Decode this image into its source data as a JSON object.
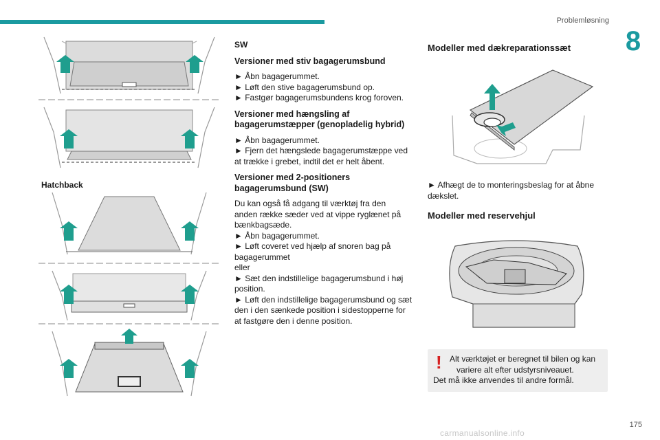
{
  "header": {
    "title": "Problemløsning",
    "chapter_number": "8"
  },
  "page_number": "175",
  "watermark": "carmanualsonline.info",
  "left": {
    "hatchback_label": "Hatchback"
  },
  "middle": {
    "sw_label": "SW",
    "s1": {
      "title": "Versioner med stiv bagagerumsbund",
      "steps": [
        "► Åbn bagagerummet.",
        "► Løft den stive bagagerumsbund op.",
        "► Fastgør bagagerumsbundens krog foroven."
      ]
    },
    "s2": {
      "title_line1": "Versioner med hængsling af",
      "title_line2": "bagagerumstæpper (genopladelig hybrid)",
      "steps": [
        "► Åbn bagagerummet.",
        "► Fjern det hængslede bagagerumstæppe ved",
        "at trække i grebet, indtil det er helt åbent."
      ]
    },
    "s3": {
      "title_line1": "Versioner med 2-positioners",
      "title_line2": "bagagerumsbund (SW)",
      "lines": [
        "Du kan også få adgang til værktøj fra den",
        "anden række sæder ved at vippe ryglænet på",
        "bænkbagsæde.",
        "► Åbn bagagerummet.",
        "► Løft coveret ved hjælp af snoren bag på",
        "bagagerummet",
        "eller",
        "► Sæt den indstillelige bagagerumsbund i høj",
        "position.",
        "► Løft den indstillelige bagagerumsbund og sæt",
        "den i den sænkede position i sidestopperne for",
        "at fastgøre den i denne position."
      ]
    }
  },
  "right": {
    "h_repair": "Modeller med dækreparationssæt",
    "repair_step_line1": "► Afhægt de to monteringsbeslag for at åbne",
    "repair_step_line2": "dækslet.",
    "h_spare": "Modeller med reservehjul",
    "warning_line1": "Alt værktøjet er beregnet til bilen og kan",
    "warning_line2": "variere alt efter udstyrsniveauet.",
    "warning_line3": "Det må ikke anvendes til andre formål."
  },
  "colors": {
    "accent": "#1a9aa0",
    "arrow": "#1f9e8e",
    "warning": "#d62020",
    "note_bg": "#eeeeee"
  },
  "icons": [
    "up-arrow-icon",
    "warning-icon"
  ]
}
